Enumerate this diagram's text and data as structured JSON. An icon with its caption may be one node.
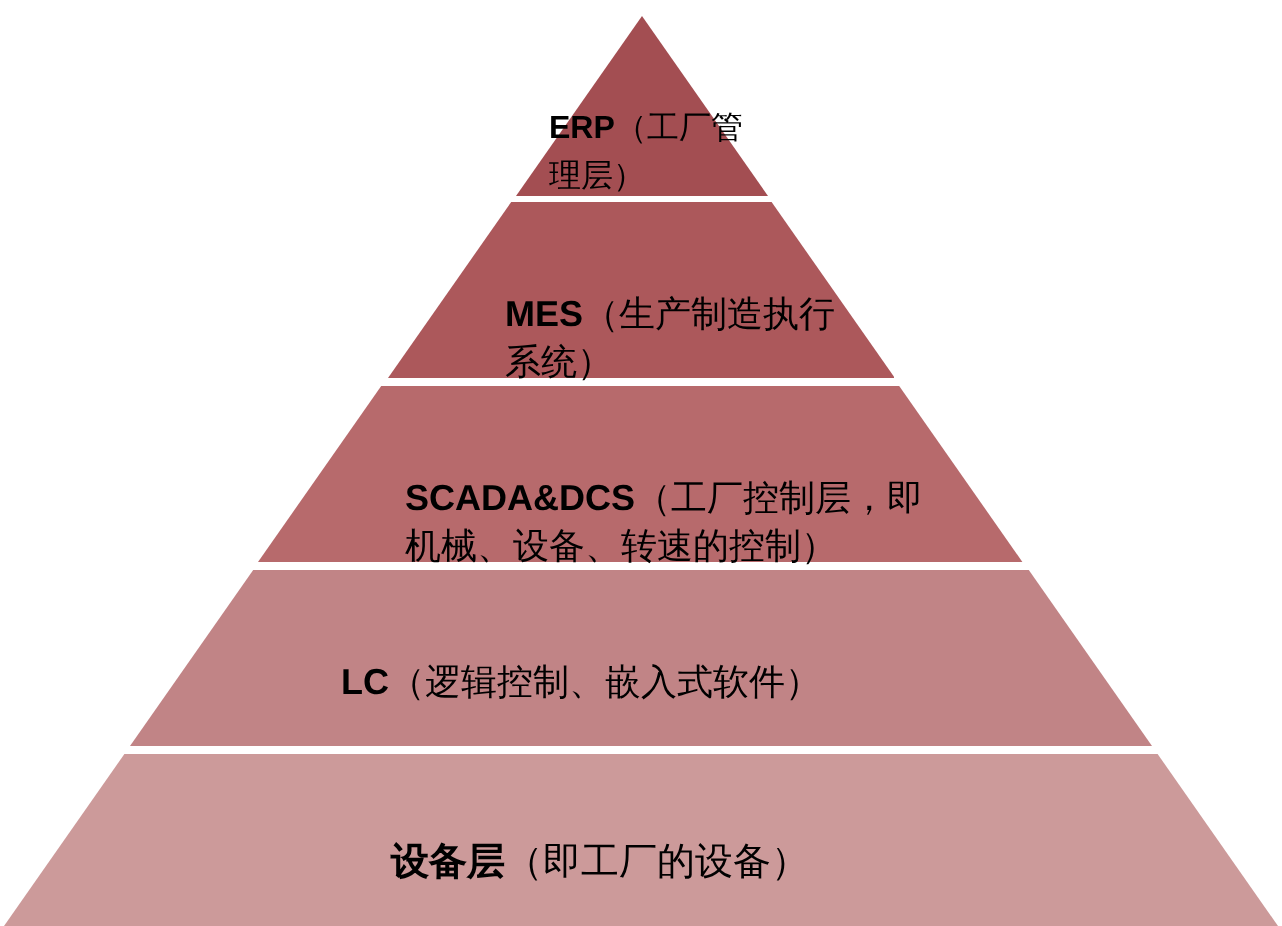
{
  "diagram": {
    "nodes": [
      {
        "text": [
          "**ERP**（工厂管理层）"
        ]
      },
      {
        "text": [
          "**MES**（生产制造执行系统）"
        ]
      },
      {
        "text": [
          "**SCADA&DCS**（工厂控制层，即机械、设备、转速的控制）"
        ]
      },
      {
        "text": [
          "**LC**（逻辑控制、嵌入式软件）"
        ]
      },
      {
        "text": [
          "**设备层**（即工厂的设备）"
        ]
      }
    ]
  }
}
